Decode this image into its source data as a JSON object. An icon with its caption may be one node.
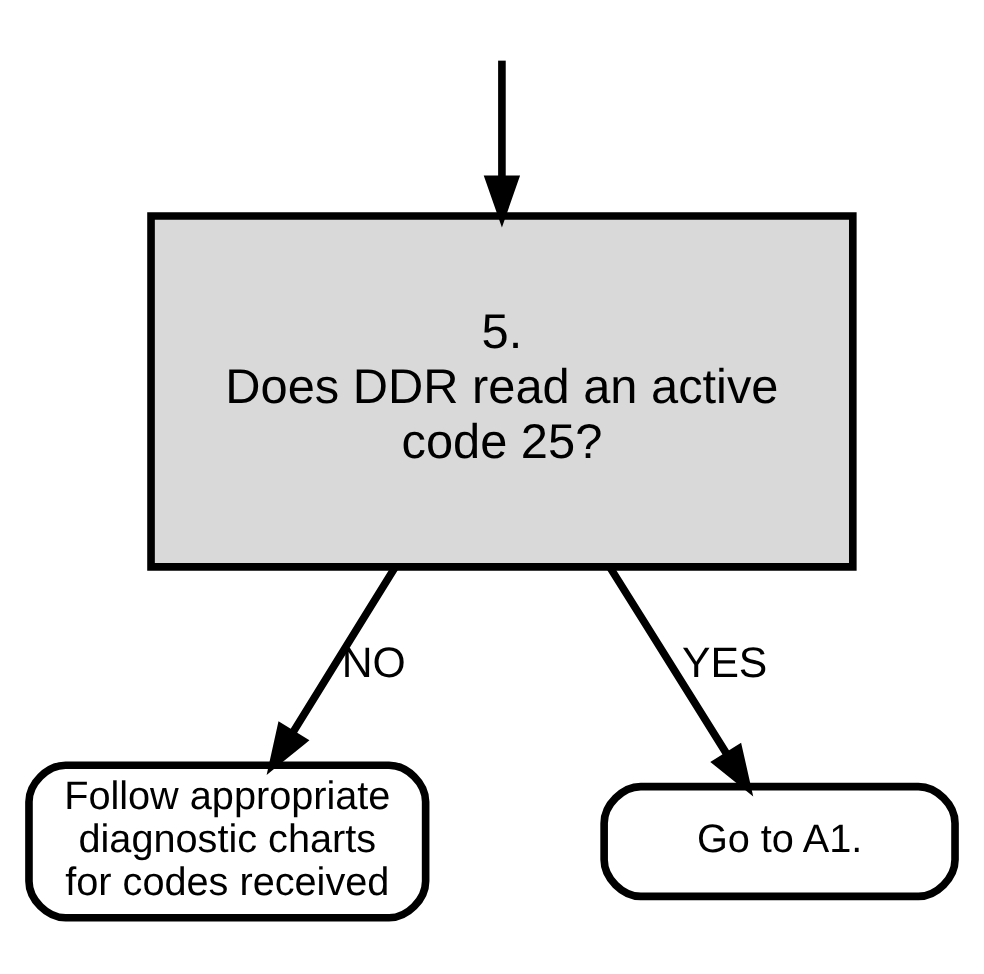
{
  "diagram": {
    "nodes": [
      {
        "text": [
          "5.",
          "Does DDR read an active code 25?"
        ]
      },
      {
        "text": [
          "Follow appropriate diagnostic charts for codes received"
        ]
      },
      {
        "text": [
          "Go to A1."
        ]
      }
    ],
    "edges": [
      {
        "from": null,
        "to": 0,
        "arrow": "to"
      },
      {
        "from": 0,
        "to": 1,
        "arrow": "to",
        "label": "NO"
      },
      {
        "from": 0,
        "to": 2,
        "arrow": "to",
        "label": "YES"
      }
    ]
  }
}
